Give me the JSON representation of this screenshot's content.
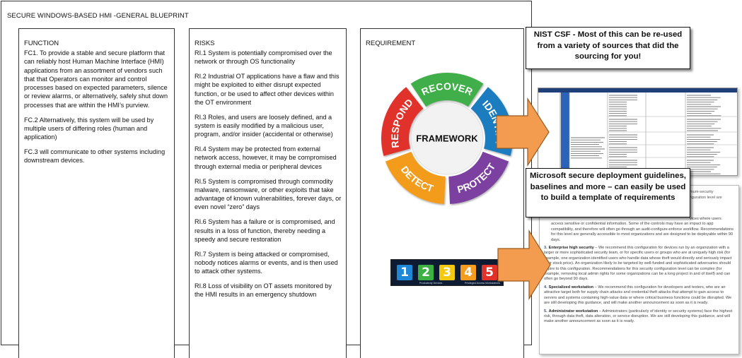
{
  "blueprint": {
    "title": "SECURE WINDOWS-BASED HMI -GENERAL BLUEPRINT"
  },
  "function_col": {
    "heading": "FUNCTION",
    "items": [
      "FC1. To provide a stable and secure platform that can reliably host Human Machine Interface (HMI) applications from an assortment of vendors such that that Operators can monitor and control processes based on expected parameters, silence or review alarms, or alternatively, safely shut down processes that are within the HMI’s purview.",
      "FC.2 Alternatively, this system will be used by multiple users of differing roles (human and application)",
      "FC.3 will communicate to other systems including downstream devices."
    ]
  },
  "risks_col": {
    "heading": "RISKS",
    "items": [
      "RI.1 System is potentially compromised over the network or through OS functionality",
      "RI.2 Industrial OT applications have a flaw and this might be exploited to either disrupt expected function, or be used to affect other devices within the OT environment",
      "RI.3 Roles, and users are loosely defined, and a system is easily modified by a malicious user, program, and/or insider (accidental or otherwise)",
      "RI.4 System may be protected from external network access, however, it may be compromised through external media or peripheral devices",
      "RI.5 System is compromised through commodity malware, ransomware, or other exploits that take advantage of known vulnerabilities, forever days, or even novel “zero” days",
      "RI.6 System has a failure or is compromised, and results in a loss of function, thereby needing a speedy and secure restoration",
      "RI.7 System is being attacked or compromised, nobody notices alarms or events, and is then used to attack other systems.",
      "RI.8 Loss of visibility on OT assets monitored by the HMI results in an emergency shutdown"
    ]
  },
  "requirement_col": {
    "heading": "REQUIREMENT"
  },
  "framework_wheel": {
    "center_label": "FRAMEWORK",
    "segments": [
      {
        "label": "IDENTIFY",
        "color": "#1f7bc0"
      },
      {
        "label": "PROTECT",
        "color": "#7b3fa0"
      },
      {
        "label": "DETECT",
        "color": "#f39c1f"
      },
      {
        "label": "RESPOND",
        "color": "#e0312b"
      },
      {
        "label": "RECOVER",
        "color": "#3fae49"
      }
    ]
  },
  "maturity_strip": {
    "levels": [
      {
        "label": "1",
        "color": "#1e88d6"
      },
      {
        "label": "2",
        "color": "#3cb043"
      },
      {
        "label": "3",
        "color": "#f2c811"
      },
      {
        "label": "4",
        "color": "#f39c1f"
      },
      {
        "label": "5",
        "color": "#e0312b"
      }
    ],
    "caption_left": "Productivity Devices",
    "caption_right": "Privileged Access Workstations"
  },
  "callouts": {
    "nist": "NIST CSF - Most of this can be re-used from a variety of sources that did the sourcing for you!",
    "microsoft": "Microsoft secure deployment guidelines, baselines and more – can easily be used to build a template of requirements"
  },
  "microsoft_doc": {
    "top_lines": [
      "mum-security",
      "figuration level are"
    ],
    "intro_lines": [
      "vices where users",
      "access sensitive or confidential information. Some of the controls may have an impact to app compatibility, and therefore will often go through an audit-configure-enforce workflow. Recommendations for this level are generally accessible to most organizations and are designed to be deployable within 90 days."
    ],
    "items": [
      {
        "num": "3.",
        "title": "Enterprise high security",
        "text": " – We recommend this configuration for devices run by an organization with a larger or more sophisticated security team, or for specific users or groups who are at uniquely high risk (for example, one organization identified users who handle data whose theft would directly and seriously impact their stock price). An organization likely to be targeted by well-funded and sophisticated adversaries should aspire to this configuration. Recommendations for this security configuration level can be complex (for example, removing local admin rights for some organizations can be a long project in and of itself) and can often go beyond 90 days."
      },
      {
        "num": "4.",
        "title": "Specialized workstation",
        "text": " – We recommend this configuration for developers and testers, who are an attractive target both for supply chain attacks and credential theft attacks that attempt to gain access to servers and systems containing high-value data or where critical business functions could be disrupted. We are still developing this guidance, and will make another announcement as soon as it is ready."
      },
      {
        "num": "5.",
        "title": "Administrator workstation",
        "text": " – Administrators (particularly of identity or security systems) face the highest risk, through data theft, data alteration, or service disruption. We are still developing this guidance, and will make another announcement as soon as it is ready."
      }
    ]
  },
  "colors": {
    "arrow": "#f39c50",
    "arrow_stroke": "#9a5a1e",
    "nist_sidebar": "#2a63b8"
  }
}
